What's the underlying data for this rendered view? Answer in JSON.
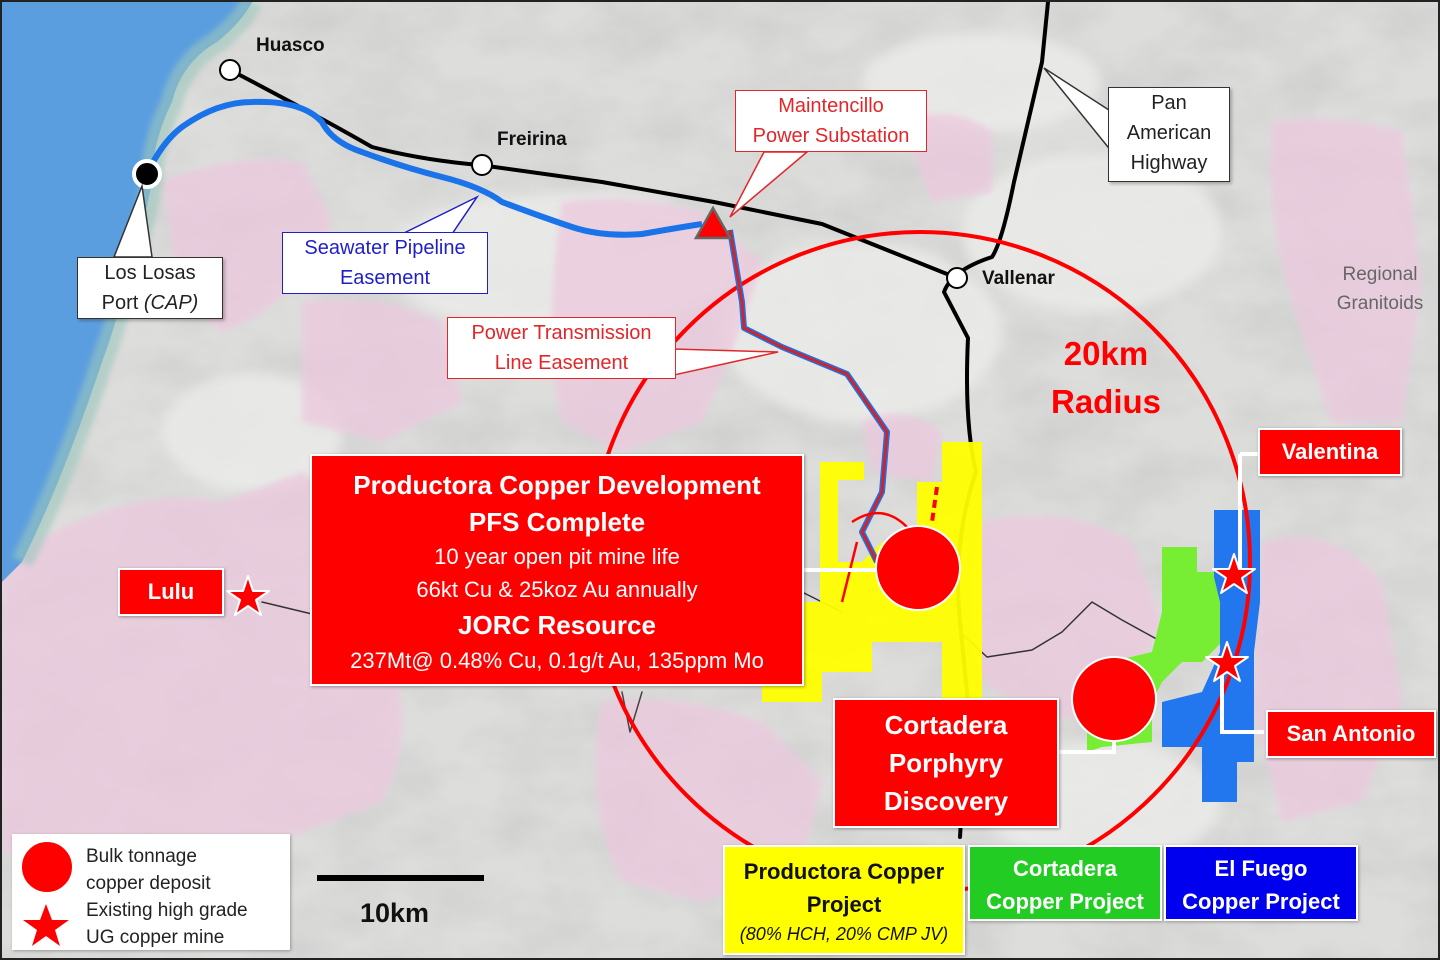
{
  "map": {
    "towns": [
      {
        "name": "Huasco"
      },
      {
        "name": "Freirina"
      },
      {
        "name": "Vallenar"
      }
    ],
    "callouts": {
      "port": {
        "line1": "Los Losas",
        "line2_prefix": "Port ",
        "line2_italic": "(CAP)"
      },
      "pipeline": {
        "line1": "Seawater Pipeline",
        "line2": "Easement"
      },
      "substation": {
        "line1": "Maintencillo",
        "line2": "Power Substation"
      },
      "highway": {
        "line1": "Pan",
        "line2": "American",
        "line3": "Highway"
      },
      "transmission": {
        "line1": "Power Transmission",
        "line2": "Line Easement"
      }
    },
    "regional_granitoids": {
      "line1": "Regional",
      "line2": "Granitoids"
    },
    "radius_label": {
      "line1": "20km",
      "line2": "Radius"
    },
    "productora_box": {
      "title": "Productora Copper Development",
      "subtitle": "PFS Complete",
      "line1": "10 year open pit mine life",
      "line2": "66kt Cu & 25koz Au annually",
      "resource_title": "JORC Resource",
      "resource": "237Mt@ 0.48% Cu, 0.1g/t Au, 135ppm Mo"
    },
    "cortadera_box": {
      "line1": "Cortadera",
      "line2": "Porphyry",
      "line3": "Discovery"
    },
    "mines": [
      {
        "name": "Lulu"
      },
      {
        "name": "Valentina"
      },
      {
        "name": "San Antonio"
      }
    ],
    "legend": {
      "circle_label1": "Bulk tonnage",
      "circle_label2": "copper deposit",
      "star_label1": "Existing high grade",
      "star_label2": "UG copper mine"
    },
    "scale_bar": {
      "label": "10km"
    },
    "project_legend": [
      {
        "line1": "Productora Copper",
        "line2": "Project",
        "note": "(80% HCH, 20% CMP JV)",
        "color": "#ffff00",
        "text_color": "#111111"
      },
      {
        "line1": "Cortadera",
        "line2": "Copper Project",
        "color": "#22cc22",
        "text_color": "#ffffff"
      },
      {
        "line1": "El Fuego",
        "line2": "Copper Project",
        "color": "#0000ee",
        "text_color": "#ffffff"
      }
    ],
    "colors": {
      "ocean": "#5b9ee0",
      "granitoid": "#eccde0",
      "pipeline": "#1a73e8",
      "deposit_red": "#ff0000",
      "productora_yellow": "#ffff00",
      "cortadera_green": "#77ee33",
      "elfuego_blue": "#2277ee"
    }
  }
}
